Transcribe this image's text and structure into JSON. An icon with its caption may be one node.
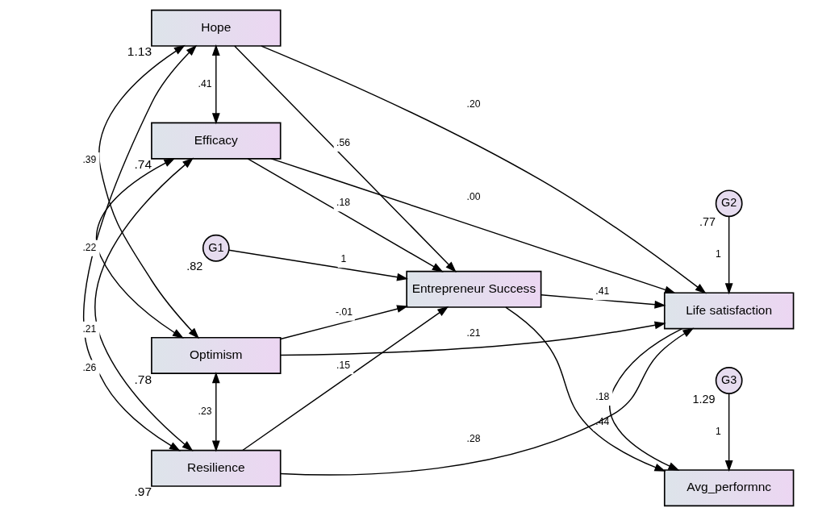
{
  "diagram": {
    "nodes": [
      {
        "text": [
          "Hope"
        ],
        "beside": [
          "1.13"
        ]
      },
      {
        "text": [
          "Efficacy"
        ],
        "beside": [
          ".74"
        ]
      },
      {
        "text": [
          "G1"
        ],
        "beside": [
          ".82"
        ]
      },
      {
        "text": [
          "Entrepreneur Success"
        ]
      },
      {
        "text": [
          "Life satisfaction"
        ]
      },
      {
        "text": [
          "G2"
        ],
        "beside": [
          ".77"
        ]
      },
      {
        "text": [
          "Optimism"
        ],
        "beside": [
          ".78"
        ]
      },
      {
        "text": [
          "Resilience"
        ],
        "beside": [
          ".97"
        ]
      },
      {
        "text": [
          "Avg_performnc"
        ]
      },
      {
        "text": [
          "G3"
        ],
        "beside": [
          "1.29"
        ]
      }
    ],
    "edges": [
      {
        "from": 0,
        "to": 1,
        "arrow": "both",
        "label": ".41"
      },
      {
        "from": 0,
        "to": 6,
        "arrow": "both",
        "label": ".39"
      },
      {
        "from": 0,
        "to": 7,
        "arrow": "both",
        "label": ".26"
      },
      {
        "from": 1,
        "to": 6,
        "arrow": "both",
        "label": ".22"
      },
      {
        "from": 1,
        "to": 7,
        "arrow": "both",
        "label": ".21"
      },
      {
        "from": 6,
        "to": 7,
        "arrow": "both",
        "label": ".23"
      },
      {
        "from": 0,
        "to": 3,
        "arrow": "to",
        "label": ".56"
      },
      {
        "from": 0,
        "to": 4,
        "arrow": "to",
        "label": ".20"
      },
      {
        "from": 1,
        "to": 3,
        "arrow": "to",
        "label": ".18"
      },
      {
        "from": 1,
        "to": 4,
        "arrow": "to",
        "label": ".00"
      },
      {
        "from": 2,
        "to": 3,
        "arrow": "to",
        "label": "1"
      },
      {
        "from": 3,
        "to": 4,
        "arrow": "to",
        "label": ".41"
      },
      {
        "from": 5,
        "to": 4,
        "arrow": "to",
        "label": "1"
      },
      {
        "from": 6,
        "to": 3,
        "arrow": "to",
        "label": "-.01"
      },
      {
        "from": 6,
        "to": 4,
        "arrow": "to",
        "label": ".21"
      },
      {
        "from": 7,
        "to": 3,
        "arrow": "to",
        "label": ".15"
      },
      {
        "from": 7,
        "to": 4,
        "arrow": "to",
        "label": ".28"
      },
      {
        "from": 3,
        "to": 8,
        "arrow": "to",
        "label": ".44"
      },
      {
        "from": 4,
        "to": 8,
        "arrow": "to",
        "label": ".18"
      },
      {
        "from": 9,
        "to": 8,
        "arrow": "to",
        "label": "1"
      }
    ]
  }
}
